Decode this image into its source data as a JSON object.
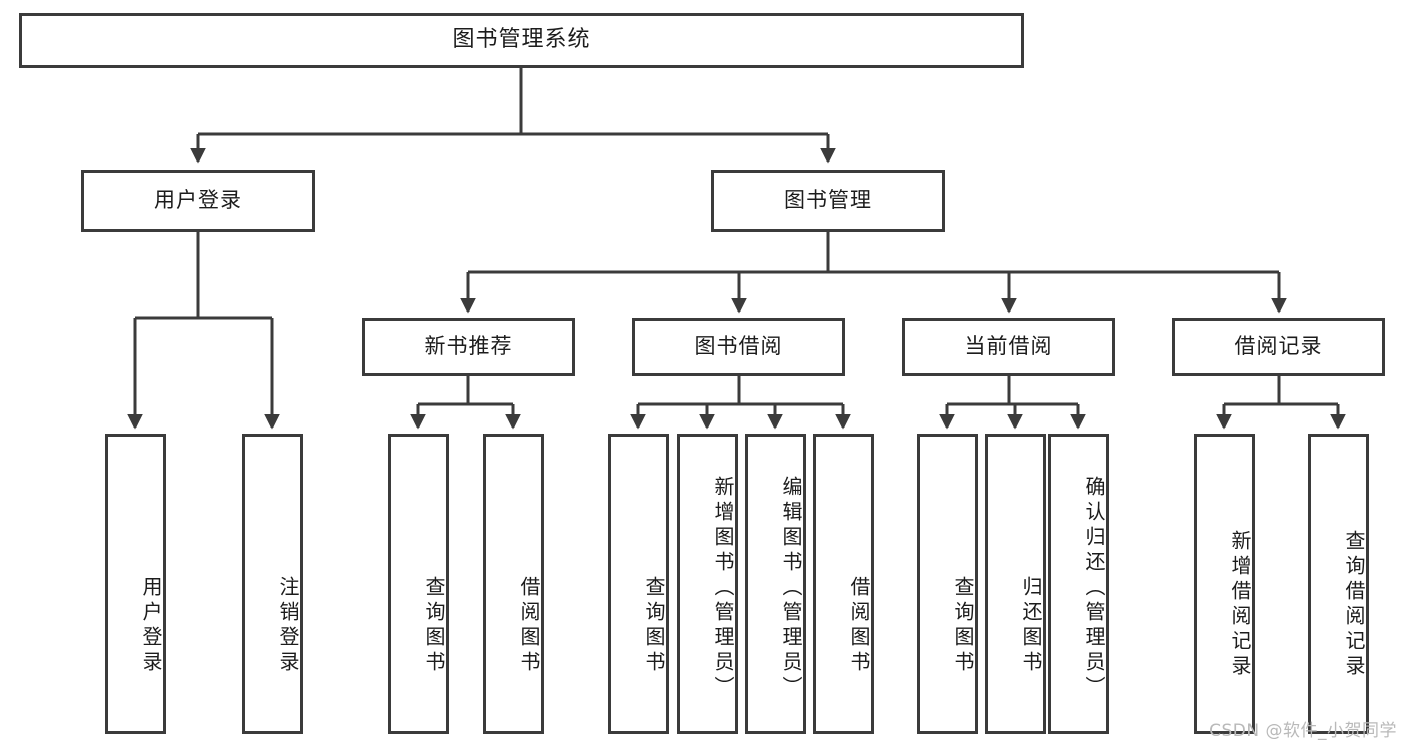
{
  "diagram": {
    "kind": "hierarchy-tree",
    "title": "图书管理系统",
    "root": {
      "label": "图书管理系统"
    },
    "level2": [
      {
        "id": "user-login",
        "label": "用户登录"
      },
      {
        "id": "book-management",
        "label": "图书管理"
      }
    ],
    "level3": [
      {
        "id": "new-book-recommend",
        "label": "新书推荐"
      },
      {
        "id": "book-borrow",
        "label": "图书借阅"
      },
      {
        "id": "current-borrow",
        "label": "当前借阅"
      },
      {
        "id": "borrow-record",
        "label": "借阅记录"
      }
    ],
    "leaves": [
      {
        "id": "leaf-user-login",
        "label": "用户登录",
        "parent": "user-login"
      },
      {
        "id": "leaf-logout-login",
        "label": "注销登录",
        "parent": "user-login"
      },
      {
        "id": "leaf-query-book-1",
        "label": "查询图书",
        "parent": "new-book-recommend"
      },
      {
        "id": "leaf-borrow-book-1",
        "label": "借阅图书",
        "parent": "new-book-recommend"
      },
      {
        "id": "leaf-query-book-2",
        "label": "查询图书",
        "parent": "book-borrow"
      },
      {
        "id": "leaf-add-book",
        "label": "新增图书（管理员）",
        "parent": "book-borrow"
      },
      {
        "id": "leaf-edit-book",
        "label": "编辑图书（管理员）",
        "parent": "book-borrow"
      },
      {
        "id": "leaf-borrow-book-2",
        "label": "借阅图书",
        "parent": "book-borrow"
      },
      {
        "id": "leaf-query-book-3",
        "label": "查询图书",
        "parent": "current-borrow"
      },
      {
        "id": "leaf-return-book",
        "label": "归还图书",
        "parent": "current-borrow"
      },
      {
        "id": "leaf-confirm-return",
        "label": "确认归还（管理员）",
        "parent": "current-borrow"
      },
      {
        "id": "leaf-add-borrow-record",
        "label": "新增借阅记录",
        "parent": "borrow-record"
      },
      {
        "id": "leaf-query-borrow-record",
        "label": "查询借阅记录",
        "parent": "borrow-record"
      }
    ],
    "colors": {
      "box_border": "#3b3b3b",
      "box_fill": "#ffffff",
      "connector": "#3b3b3b",
      "text": "#1c1c1c",
      "watermark": "#b9b9b9",
      "background": "#ffffff"
    }
  },
  "watermark": {
    "text": "CSDN @软件_小贺同学"
  }
}
